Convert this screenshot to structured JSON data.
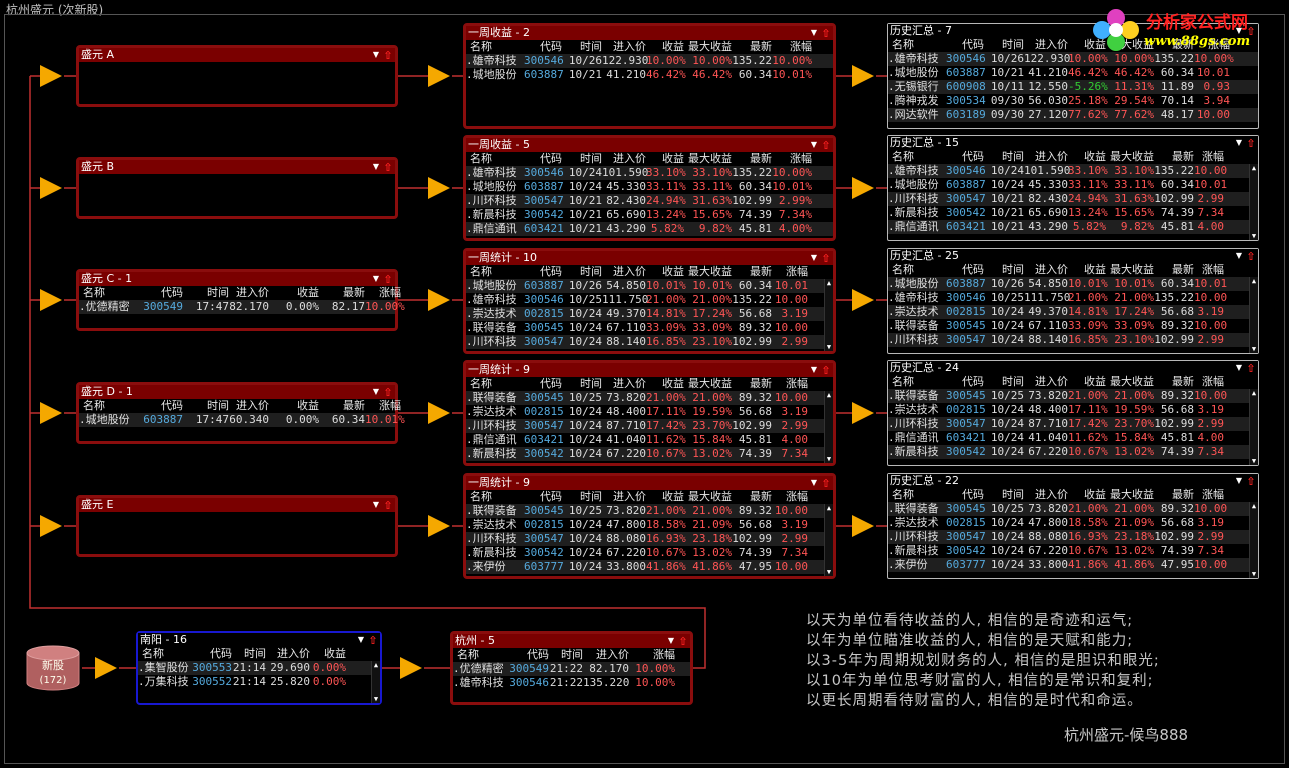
{
  "window_title": "杭州盛元 (次新股)",
  "logo": {
    "name": "分析家公式网",
    "url": "www.88gs.com"
  },
  "quote": [
    "以天为单位看待收益的人, 相信的是奇迹和运气;",
    "以年为单位瞄准收益的人, 相信的是天赋和能力;",
    "以3-5年为周期规划财务的人, 相信的是胆识和眼光;",
    "以10年为单位思考财富的人, 相信的是常识和复利;",
    "以更长周期看待财富的人, 相信的是时代和命运。"
  ],
  "signature": "杭州盛元-候鸟888",
  "source": {
    "label": "新股",
    "count": "(172)"
  },
  "panels": [
    {
      "id": "sy-a",
      "title": "盛元 A",
      "cols": [],
      "rows": []
    },
    {
      "id": "sy-b",
      "title": "盛元 B",
      "cols": [],
      "rows": []
    },
    {
      "id": "sy-c",
      "title": "盛元 C - 1",
      "cols": [
        "名称",
        "代码",
        "时间",
        "进入价",
        "收益",
        "最新",
        "涨幅"
      ],
      "rows": [
        [
          ".优德精密",
          "300549",
          "17:47",
          "82.170",
          "0.00%",
          "82.17",
          "10.00%"
        ]
      ]
    },
    {
      "id": "sy-d",
      "title": "盛元 D - 1",
      "cols": [
        "名称",
        "代码",
        "时间",
        "进入价",
        "收益",
        "最新",
        "涨幅"
      ],
      "rows": [
        [
          ".城地股份",
          "603887",
          "17:47",
          "60.340",
          "0.00%",
          "60.34",
          "10.01%"
        ]
      ]
    },
    {
      "id": "sy-e",
      "title": "盛元 E",
      "cols": [],
      "rows": []
    },
    {
      "id": "wk1",
      "title": "一周收益 - 2",
      "cols": [
        "名称",
        "代码",
        "时间",
        "进入价",
        "收益",
        "最大收益",
        "最新",
        "涨幅"
      ],
      "rows": [
        [
          ".雄帝科技",
          "300546",
          "10/26",
          "122.930",
          "10.00%",
          "10.00%",
          "135.22",
          "10.00%"
        ],
        [
          ".城地股份",
          "603887",
          "10/21",
          "41.210",
          "46.42%",
          "46.42%",
          "60.34",
          "10.01%"
        ]
      ]
    },
    {
      "id": "wk2",
      "title": "一周收益 - 5",
      "cols": [
        "名称",
        "代码",
        "时间",
        "进入价",
        "收益",
        "最大收益",
        "最新",
        "涨幅"
      ],
      "rows": [
        [
          ".雄帝科技",
          "300546",
          "10/24",
          "101.590",
          "33.10%",
          "33.10%",
          "135.22",
          "10.00%"
        ],
        [
          ".城地股份",
          "603887",
          "10/24",
          "45.330",
          "33.11%",
          "33.11%",
          "60.34",
          "10.01%"
        ],
        [
          ".川环科技",
          "300547",
          "10/21",
          "82.430",
          "24.94%",
          "31.63%",
          "102.99",
          "2.99%"
        ],
        [
          ".新晨科技",
          "300542",
          "10/21",
          "65.690",
          "13.24%",
          "15.65%",
          "74.39",
          "7.34%"
        ],
        [
          ".鼎信通讯",
          "603421",
          "10/21",
          "43.290",
          "5.82%",
          "9.82%",
          "45.81",
          "4.00%"
        ]
      ]
    },
    {
      "id": "wk3",
      "title": "一周统计 - 10",
      "cols": [
        "名称",
        "代码",
        "时间",
        "进入价",
        "收益",
        "最大收益",
        "最新",
        "涨幅"
      ],
      "rows": [
        [
          ".城地股份",
          "603887",
          "10/26",
          "54.850",
          "10.01%",
          "10.01%",
          "60.34",
          "10.01"
        ],
        [
          ".雄帝科技",
          "300546",
          "10/25",
          "111.750",
          "21.00%",
          "21.00%",
          "135.22",
          "10.00"
        ],
        [
          ".崇达技术",
          "002815",
          "10/24",
          "49.370",
          "14.81%",
          "17.24%",
          "56.68",
          "3.19"
        ],
        [
          ".联得装备",
          "300545",
          "10/24",
          "67.110",
          "33.09%",
          "33.09%",
          "89.32",
          "10.00"
        ],
        [
          ".川环科技",
          "300547",
          "10/24",
          "88.140",
          "16.85%",
          "23.10%",
          "102.99",
          "2.99"
        ]
      ]
    },
    {
      "id": "wk4",
      "title": "一周统计 - 9",
      "cols": [
        "名称",
        "代码",
        "时间",
        "进入价",
        "收益",
        "最大收益",
        "最新",
        "涨幅"
      ],
      "rows": [
        [
          ".联得装备",
          "300545",
          "10/25",
          "73.820",
          "21.00%",
          "21.00%",
          "89.32",
          "10.00"
        ],
        [
          ".崇达技术",
          "002815",
          "10/24",
          "48.400",
          "17.11%",
          "19.59%",
          "56.68",
          "3.19"
        ],
        [
          ".川环科技",
          "300547",
          "10/24",
          "87.710",
          "17.42%",
          "23.70%",
          "102.99",
          "2.99"
        ],
        [
          ".鼎信通讯",
          "603421",
          "10/24",
          "41.040",
          "11.62%",
          "15.84%",
          "45.81",
          "4.00"
        ],
        [
          ".新晨科技",
          "300542",
          "10/24",
          "67.220",
          "10.67%",
          "13.02%",
          "74.39",
          "7.34"
        ]
      ]
    },
    {
      "id": "wk5",
      "title": "一周统计 - 9",
      "cols": [
        "名称",
        "代码",
        "时间",
        "进入价",
        "收益",
        "最大收益",
        "最新",
        "涨幅"
      ],
      "rows": [
        [
          ".联得装备",
          "300545",
          "10/25",
          "73.820",
          "21.00%",
          "21.00%",
          "89.32",
          "10.00"
        ],
        [
          ".崇达技术",
          "002815",
          "10/24",
          "47.800",
          "18.58%",
          "21.09%",
          "56.68",
          "3.19"
        ],
        [
          ".川环科技",
          "300547",
          "10/24",
          "88.080",
          "16.93%",
          "23.18%",
          "102.99",
          "2.99"
        ],
        [
          ".新晨科技",
          "300542",
          "10/24",
          "67.220",
          "10.67%",
          "13.02%",
          "74.39",
          "7.34"
        ],
        [
          ".来伊份",
          "603777",
          "10/24",
          "33.800",
          "41.86%",
          "41.86%",
          "47.95",
          "10.00"
        ]
      ]
    },
    {
      "id": "hs1",
      "title": "历史汇总 - 7",
      "cols": [
        "名称",
        "代码",
        "时间",
        "进入价",
        "收益",
        "最大收益",
        "最新",
        "涨幅"
      ],
      "rows": [
        [
          ".雄帝科技",
          "300546",
          "10/26",
          "122.930",
          "10.00%",
          "10.00%",
          "135.22",
          "10.00%"
        ],
        [
          ".城地股份",
          "603887",
          "10/21",
          "41.210",
          "46.42%",
          "46.42%",
          "60.34",
          "10.01"
        ],
        [
          ".无锡银行",
          "600908",
          "10/11",
          "12.550",
          "-5.26%",
          "11.31%",
          "11.89",
          "0.93"
        ],
        [
          ".腾神戎发",
          "300534",
          "09/30",
          "56.030",
          "25.18%",
          "29.54%",
          "70.14",
          "3.94"
        ],
        [
          ".网达软件",
          "603189",
          "09/30",
          "27.120",
          "77.62%",
          "77.62%",
          "48.17",
          "10.00"
        ]
      ]
    },
    {
      "id": "hs2",
      "title": "历史汇总 - 15",
      "cols": [
        "名称",
        "代码",
        "时间",
        "进入价",
        "收益",
        "最大收益",
        "最新",
        "涨幅"
      ],
      "rows": [
        [
          ".雄帝科技",
          "300546",
          "10/24",
          "101.590",
          "33.10%",
          "33.10%",
          "135.22",
          "10.00"
        ],
        [
          ".城地股份",
          "603887",
          "10/24",
          "45.330",
          "33.11%",
          "33.11%",
          "60.34",
          "10.01"
        ],
        [
          ".川环科技",
          "300547",
          "10/21",
          "82.430",
          "24.94%",
          "31.63%",
          "102.99",
          "2.99"
        ],
        [
          ".新晨科技",
          "300542",
          "10/21",
          "65.690",
          "13.24%",
          "15.65%",
          "74.39",
          "7.34"
        ],
        [
          ".鼎信通讯",
          "603421",
          "10/21",
          "43.290",
          "5.82%",
          "9.82%",
          "45.81",
          "4.00"
        ]
      ]
    },
    {
      "id": "hs3",
      "title": "历史汇总 - 25",
      "cols": [
        "名称",
        "代码",
        "时间",
        "进入价",
        "收益",
        "最大收益",
        "最新",
        "涨幅"
      ],
      "rows": [
        [
          ".城地股份",
          "603887",
          "10/26",
          "54.850",
          "10.01%",
          "10.01%",
          "60.34",
          "10.01"
        ],
        [
          ".雄帝科技",
          "300546",
          "10/25",
          "111.750",
          "21.00%",
          "21.00%",
          "135.22",
          "10.00"
        ],
        [
          ".崇达技术",
          "002815",
          "10/24",
          "49.370",
          "14.81%",
          "17.24%",
          "56.68",
          "3.19"
        ],
        [
          ".联得装备",
          "300545",
          "10/24",
          "67.110",
          "33.09%",
          "33.09%",
          "89.32",
          "10.00"
        ],
        [
          ".川环科技",
          "300547",
          "10/24",
          "88.140",
          "16.85%",
          "23.10%",
          "102.99",
          "2.99"
        ]
      ]
    },
    {
      "id": "hs4",
      "title": "历史汇总 - 24",
      "cols": [
        "名称",
        "代码",
        "时间",
        "进入价",
        "收益",
        "最大收益",
        "最新",
        "涨幅"
      ],
      "rows": [
        [
          ".联得装备",
          "300545",
          "10/25",
          "73.820",
          "21.00%",
          "21.00%",
          "89.32",
          "10.00"
        ],
        [
          ".崇达技术",
          "002815",
          "10/24",
          "48.400",
          "17.11%",
          "19.59%",
          "56.68",
          "3.19"
        ],
        [
          ".川环科技",
          "300547",
          "10/24",
          "87.710",
          "17.42%",
          "23.70%",
          "102.99",
          "2.99"
        ],
        [
          ".鼎信通讯",
          "603421",
          "10/24",
          "41.040",
          "11.62%",
          "15.84%",
          "45.81",
          "4.00"
        ],
        [
          ".新晨科技",
          "300542",
          "10/24",
          "67.220",
          "10.67%",
          "13.02%",
          "74.39",
          "7.34"
        ]
      ]
    },
    {
      "id": "hs5",
      "title": "历史汇总 - 22",
      "cols": [
        "名称",
        "代码",
        "时间",
        "进入价",
        "收益",
        "最大收益",
        "最新",
        "涨幅"
      ],
      "rows": [
        [
          ".联得装备",
          "300545",
          "10/25",
          "73.820",
          "21.00%",
          "21.00%",
          "89.32",
          "10.00"
        ],
        [
          ".崇达技术",
          "002815",
          "10/24",
          "47.800",
          "18.58%",
          "21.09%",
          "56.68",
          "3.19"
        ],
        [
          ".川环科技",
          "300547",
          "10/24",
          "88.080",
          "16.93%",
          "23.18%",
          "102.99",
          "2.99"
        ],
        [
          ".新晨科技",
          "300542",
          "10/24",
          "67.220",
          "10.67%",
          "13.02%",
          "74.39",
          "7.34"
        ],
        [
          ".来伊份",
          "603777",
          "10/24",
          "33.800",
          "41.86%",
          "41.86%",
          "47.95",
          "10.00"
        ]
      ]
    },
    {
      "id": "ny",
      "title": "南阳 - 16",
      "cols": [
        "名称",
        "代码",
        "时间",
        "进入价",
        "收益"
      ],
      "rows": [
        [
          ".集智股份",
          "300553",
          "21:14",
          "29.690",
          "0.00%"
        ],
        [
          ".万集科技",
          "300552",
          "21:14",
          "25.820",
          "0.00%"
        ]
      ]
    },
    {
      "id": "hz",
      "title": "杭州 - 5",
      "cols": [
        "名称",
        "代码",
        "时间",
        "进入价",
        "涨幅"
      ],
      "rows": [
        [
          ".优德精密",
          "300549",
          "21:22",
          "82.170",
          "10.00%"
        ],
        [
          ".雄帝科技",
          "300546",
          "21:22",
          "135.220",
          "10.00%"
        ]
      ]
    }
  ]
}
